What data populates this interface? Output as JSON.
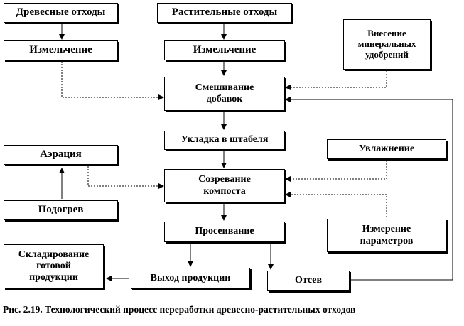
{
  "nodes": {
    "wood_waste": "Древесные отходы",
    "plant_waste": "Растительные отходы",
    "grinding_left": "Измельчение",
    "grinding_center": "Измельчение",
    "fertilizer_line1": "Внесение",
    "fertilizer_line2": "минеральных",
    "fertilizer_line3": "удобрений",
    "mixing_line1": "Смешивание",
    "mixing_line2": "добавок",
    "stacking": "Укладка в штабеля",
    "aeration": "Аэрация",
    "humidification": "Увлажнение",
    "maturing_line1": "Созревание",
    "maturing_line2": "компоста",
    "heating": "Подогрев",
    "sieving": "Просеивание",
    "measurement_line1": "Измерение",
    "measurement_line2": "параметров",
    "storage_line1": "Складирование",
    "storage_line2": "готовой",
    "storage_line3": "продукции",
    "output": "Выход продукции",
    "screenings": "Отсев"
  },
  "caption": "Рис. 2.19. Технологический процесс переработки древесно-растительных отходов"
}
